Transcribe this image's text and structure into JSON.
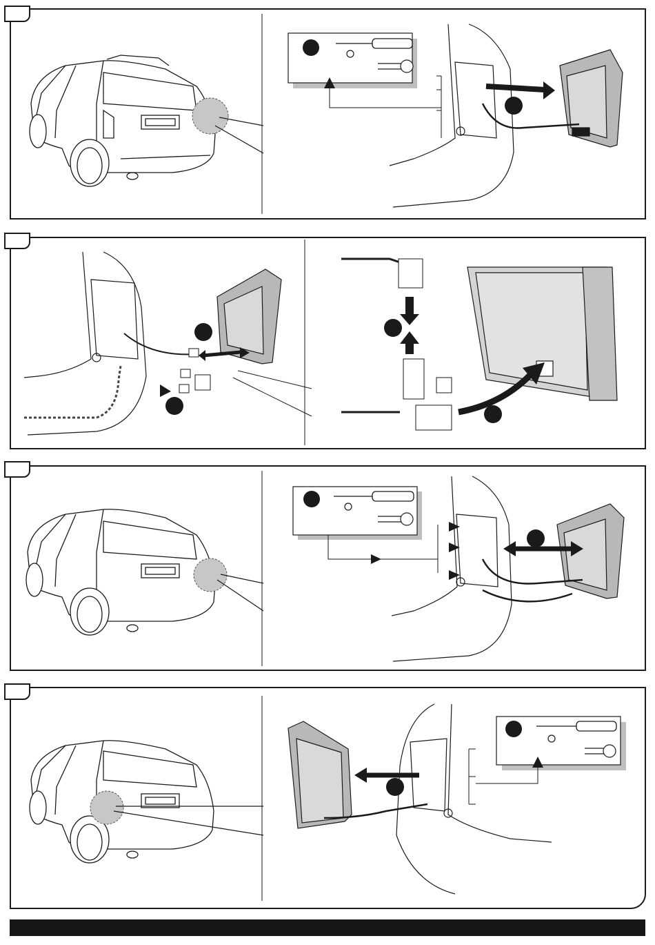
{
  "steps": [
    {
      "number": "",
      "tab_icon": "step-tab"
    },
    {
      "number": "",
      "tab_icon": "step-tab"
    },
    {
      "number": "",
      "tab_icon": "step-tab"
    },
    {
      "number": "",
      "tab_icon": "step-tab"
    }
  ],
  "icons": [
    "car-rear-icon",
    "screwdriver-icon",
    "screw-icon",
    "tail-lamp-icon",
    "connector-icon",
    "arrow-icon"
  ],
  "colors": {
    "ink": "#1a1a1a",
    "callout_gray": "#d4d4d4",
    "lamp_gray": "#b8b8b8",
    "highlight_gray": "#c7c7c7"
  }
}
